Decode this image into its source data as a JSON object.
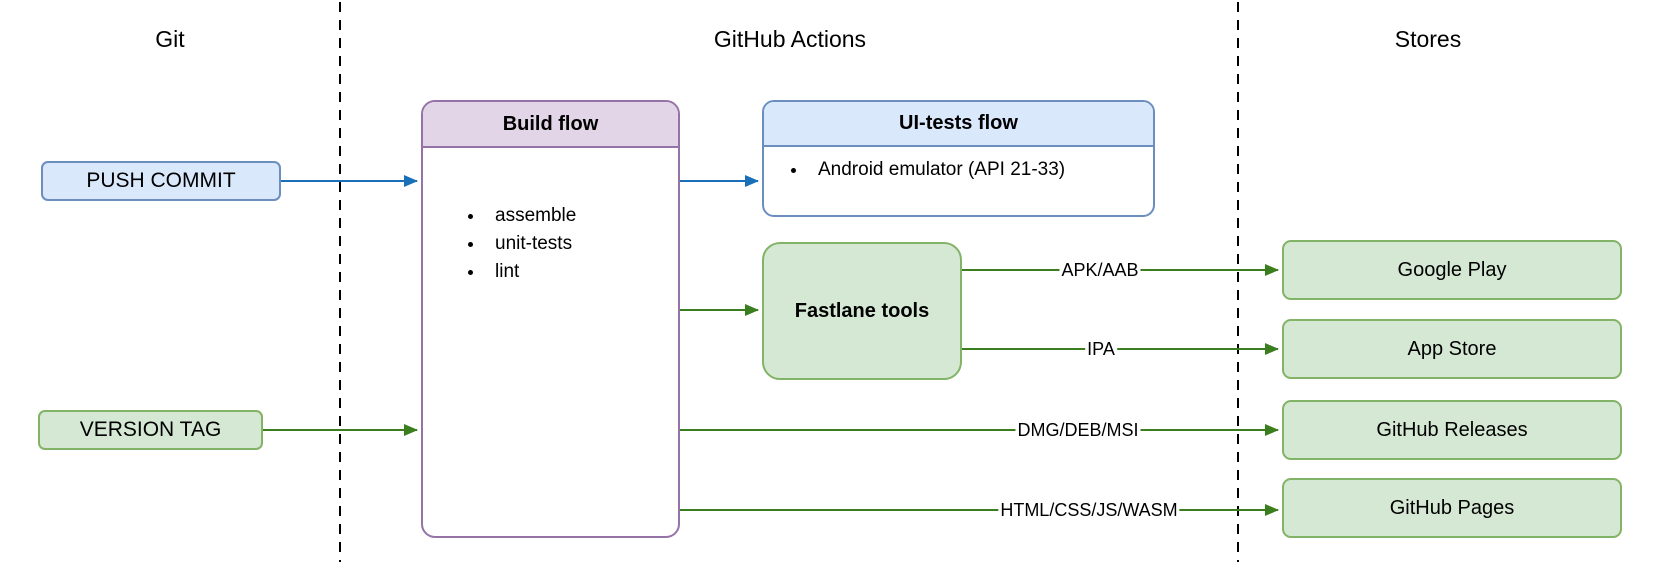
{
  "lanes": {
    "git": "Git",
    "github_actions": "GitHub Actions",
    "stores": "Stores"
  },
  "nodes": {
    "push_commit": {
      "label": "PUSH COMMIT"
    },
    "version_tag": {
      "label": "VERSION TAG"
    },
    "build_flow": {
      "title": "Build flow",
      "items": [
        "assemble",
        "unit-tests",
        "lint"
      ]
    },
    "ui_tests_flow": {
      "title": "UI-tests flow",
      "items": [
        "Android emulator (API 21-33)"
      ]
    },
    "fastlane_tools": {
      "title": "Fastlane tools"
    },
    "google_play": {
      "label": "Google Play"
    },
    "app_store": {
      "label": "App Store"
    },
    "github_releases": {
      "label": "GitHub Releases"
    },
    "github_pages": {
      "label": "GitHub Pages"
    }
  },
  "edge_labels": {
    "apk_aab": "APK/AAB",
    "ipa": "IPA",
    "dmg_deb_msi": "DMG/DEB/MSI",
    "html_css_js_wasm": "HTML/CSS/JS/WASM"
  },
  "colors": {
    "blue_fill": "#dae8fc",
    "blue_stroke": "#6c8ebf",
    "green_fill": "#d5e8d4",
    "green_stroke": "#82b366",
    "purple_fill": "#e1d5e7",
    "purple_stroke": "#9673a6",
    "arrow_blue": "#1a70b8",
    "arrow_green": "#3a7e1f",
    "divider": "#000000"
  }
}
